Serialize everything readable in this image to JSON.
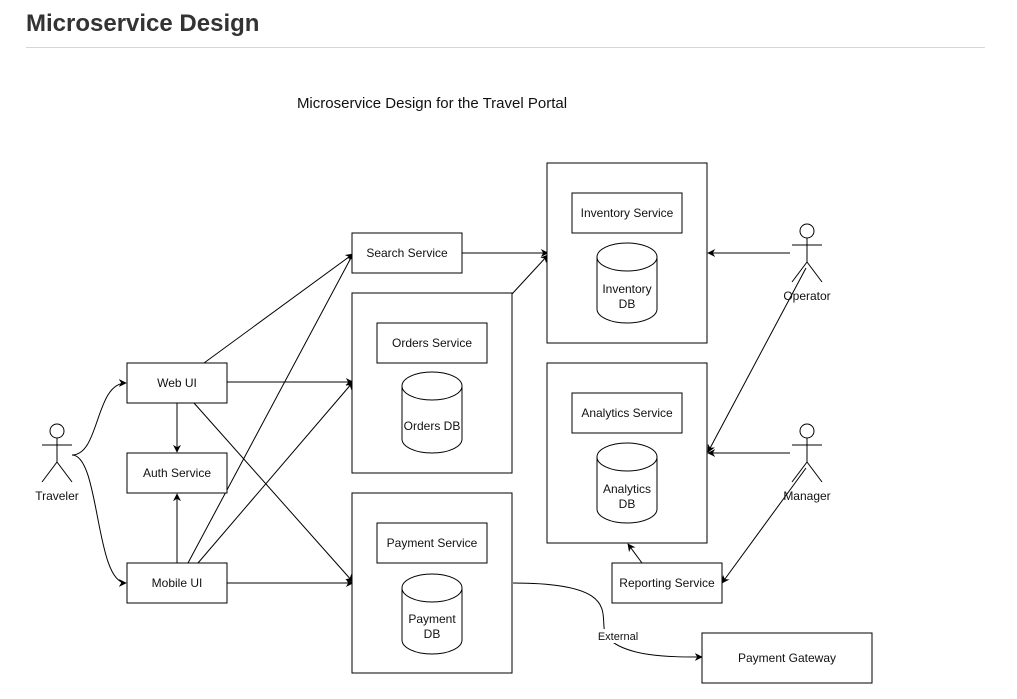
{
  "header": {
    "title": "Microservice Design"
  },
  "diagram": {
    "title": "Microservice Design for the Travel Portal",
    "actors": {
      "traveler": "Traveler",
      "operator": "Operator",
      "manager": "Manager"
    },
    "nodes": {
      "web_ui": "Web UI",
      "auth_service": "Auth Service",
      "mobile_ui": "Mobile UI",
      "search_service": "Search Service",
      "orders_service": "Orders Service",
      "orders_db": "Orders DB",
      "payment_service": "Payment Service",
      "payment_db_line1": "Payment",
      "payment_db_line2": "DB",
      "inventory_service": "Inventory Service",
      "inventory_db_line1": "Inventory",
      "inventory_db_line2": "DB",
      "analytics_service": "Analytics Service",
      "analytics_db_line1": "Analytics",
      "analytics_db_line2": "DB",
      "reporting_service": "Reporting Service",
      "payment_gateway": "Payment Gateway"
    },
    "edge_labels": {
      "external": "External"
    }
  }
}
